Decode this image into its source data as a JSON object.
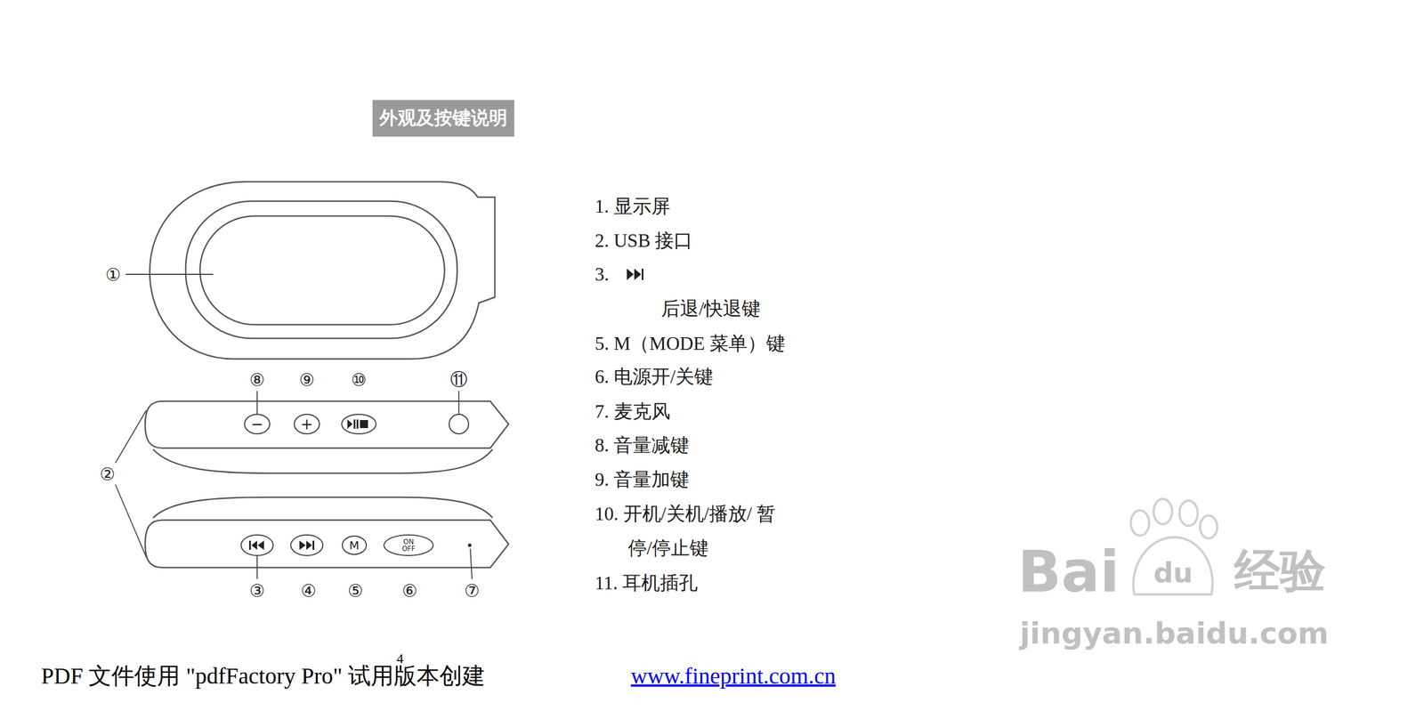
{
  "diagram": {
    "title": "外观及按键说明",
    "nodes": [
      {
        "text": [
          "−"
        ]
      },
      {
        "text": [
          "+"
        ]
      },
      {
        "text": [
          "M"
        ]
      },
      {
        "text": [
          "ON",
          "OFF"
        ]
      }
    ],
    "labels": [
      "①",
      "②",
      "③",
      "④",
      "⑤",
      "⑥",
      "⑦",
      "⑧",
      "⑨",
      "⑩",
      "⑪",
      "1. 显示屏",
      "2. USB 接口",
      "3.",
      "后退/快退键",
      "5. M（MODE 菜单）键",
      "6. 电源开/关键",
      "7. 麦克风",
      "8. 音量减键",
      "9. 音量加键",
      "10. 开机/关机/播放/ 暂停/停止键",
      "11. 耳机插孔",
      "Bai",
      "du",
      "经验",
      "jingyan.baidu.com",
      "PDF 文件使用 \"pdfFactory Pro\" 试用版本创建",
      "4",
      "www.fineprint.com.cn"
    ]
  }
}
